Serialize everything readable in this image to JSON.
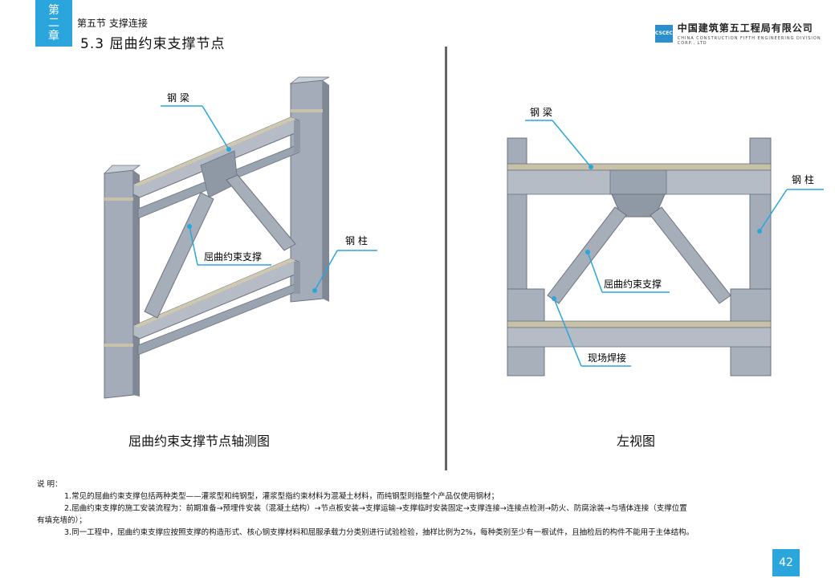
{
  "header": {
    "chapter_tab": [
      "第",
      "二",
      "章"
    ],
    "section": "第五节  支撑连接",
    "title": "5.3 屈曲约束支撑节点"
  },
  "logo": {
    "mark_text": "CSCEC",
    "company_cn": "中国建筑第五工程局有限公司",
    "company_en": "CHINA CONSTRUCTION FIFTH ENGINEERING DIVISION CORP., LTD"
  },
  "figures": {
    "left": {
      "caption": "屈曲约束支撑节点轴测图",
      "labels": {
        "beam": "钢 梁",
        "column": "钢 柱",
        "brace": "屈曲约束支撑"
      }
    },
    "right": {
      "caption": "左视图",
      "labels": {
        "beam": "钢 梁",
        "column": "钢 柱",
        "brace": "屈曲约束支撑",
        "weld": "现场焊接"
      }
    }
  },
  "notes": {
    "heading": "说  明：",
    "items": [
      "1.常见的屈曲约束支撑包括两种类型——灌浆型和纯钢型，灌浆型指约束材料为混凝土材料，而纯钢型则指整个产品仅使用钢材；",
      "2.屈曲约束支撑的施工安装流程为：前期准备→预埋件安装（混凝土结构）→节点板安装→支撑运输→支撑临时安装固定→支撑连接→连接点检测→防火、防腐涂装→与墙体连接（支撑位置",
      "有填充墙的）；",
      "3.同一工程中，屈曲约束支撑应按照支撑的构造形式、核心钢支撑材料和屈服承载力分类别进行试验检验，抽样比例为2%，每种类别至少有一根试件，且抽检后的构件不能用于主体结构。"
    ]
  },
  "page_number": "42",
  "colors": {
    "accent": "#2aa6dc",
    "steel": "#9aa3b0",
    "leader": "#2aa6dc"
  }
}
